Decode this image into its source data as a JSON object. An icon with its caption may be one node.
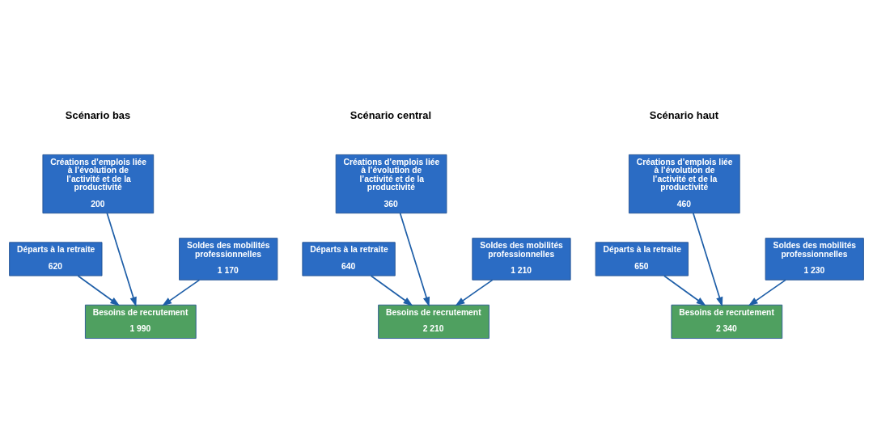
{
  "diagram": {
    "nodes": [
      {
        "text": [
          "Créations d’emplois liée à l’évolution de l’activité et de la productivité",
          "360"
        ]
      },
      {
        "text": [
          "Départs à la retraite",
          "640"
        ]
      },
      {
        "text": [
          "Soldes des mobilités professionnelles",
          "1 210"
        ]
      },
      {
        "text": [
          "Besoins de recrutement",
          "2 210"
        ]
      },
      {
        "text": [
          "Créations d’emplois liée à l’évolution de l’activité et de la productivité",
          "200"
        ]
      },
      {
        "text": [
          "Départs à la retraite",
          "620"
        ]
      },
      {
        "text": [
          "Soldes des mobilités professionnelles",
          "1 170"
        ]
      },
      {
        "text": [
          "Besoins de recrutement",
          "1 990"
        ]
      },
      {
        "text": [
          "Créations d’emplois liée à l’évolution de l’activité et de la productivité",
          "460"
        ]
      },
      {
        "text": [
          "Départs à la retraite",
          "650"
        ]
      },
      {
        "text": [
          "Soldes des mobilités professionnelles",
          "1 230"
        ]
      },
      {
        "text": [
          "Besoins de recrutement",
          "2 340"
        ]
      }
    ],
    "edges": [
      {
        "from": 0,
        "to": 3,
        "arrow": "to"
      },
      {
        "from": 1,
        "to": 3,
        "arrow": "to"
      },
      {
        "from": 2,
        "to": 3,
        "arrow": "to"
      },
      {
        "from": 4,
        "to": 7,
        "arrow": "to"
      },
      {
        "from": 5,
        "to": 7,
        "arrow": "to"
      },
      {
        "from": 6,
        "to": 7,
        "arrow": "to"
      },
      {
        "from": 8,
        "to": 11,
        "arrow": "to"
      },
      {
        "from": 9,
        "to": 11,
        "arrow": "to"
      },
      {
        "from": 10,
        "to": 11,
        "arrow": "to"
      }
    ],
    "labels": [
      "Scénario central",
      "Scénario bas",
      "Scénario haut"
    ]
  }
}
